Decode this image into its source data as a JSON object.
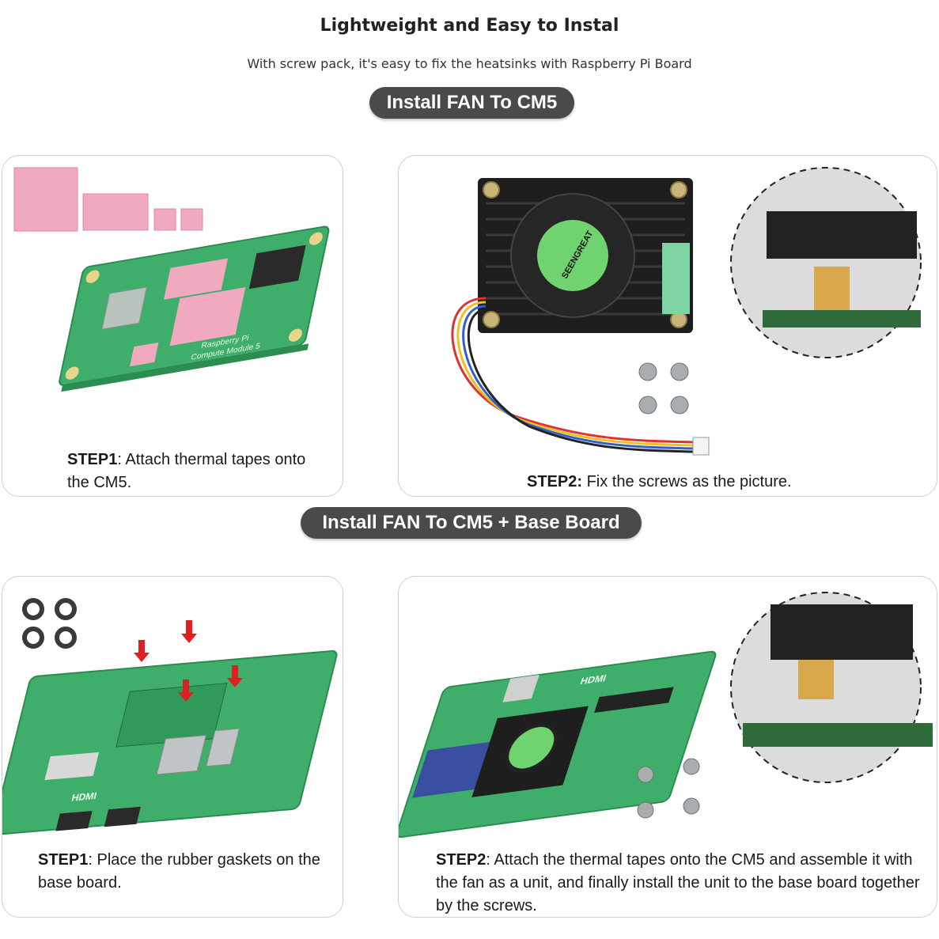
{
  "header": {
    "title": "Lightweight and Easy to Instal",
    "subtitle": "With screw pack, it's easy to fix the heatsinks with Raspberry Pi Board"
  },
  "sections": [
    {
      "label": "Install FAN To CM5",
      "steps": [
        {
          "step": "STEP1",
          "sep": ": ",
          "text": "Attach thermal tapes onto the CM5."
        },
        {
          "step": "STEP2:",
          "sep": " ",
          "text": "Fix the screws as the picture."
        }
      ]
    },
    {
      "label": "Install FAN To CM5 + Base Board",
      "steps": [
        {
          "step": "STEP1",
          "sep": ": ",
          "text": "Place the rubber gaskets on the base board."
        },
        {
          "step": "STEP2",
          "sep": ": ",
          "text": "Attach the thermal tapes onto the CM5 and assemble it with the fan as a unit, and finally install the unit to the base board together by the screws."
        }
      ]
    }
  ],
  "board_prints": {
    "cm5_brand": "Raspberry Pi",
    "cm5_model": "Compute Module 5",
    "fan_brand": "SEENGREAT",
    "hdmi": "HDMI"
  },
  "colors": {
    "pill_bg": "#4a4a4a",
    "pcb_green": "#3fae6a",
    "thermal_pad": "#f0a9bf",
    "heatsink": "#1e1e1e",
    "arrow_red": "#e02020",
    "card_border": "#cfcfcf"
  }
}
